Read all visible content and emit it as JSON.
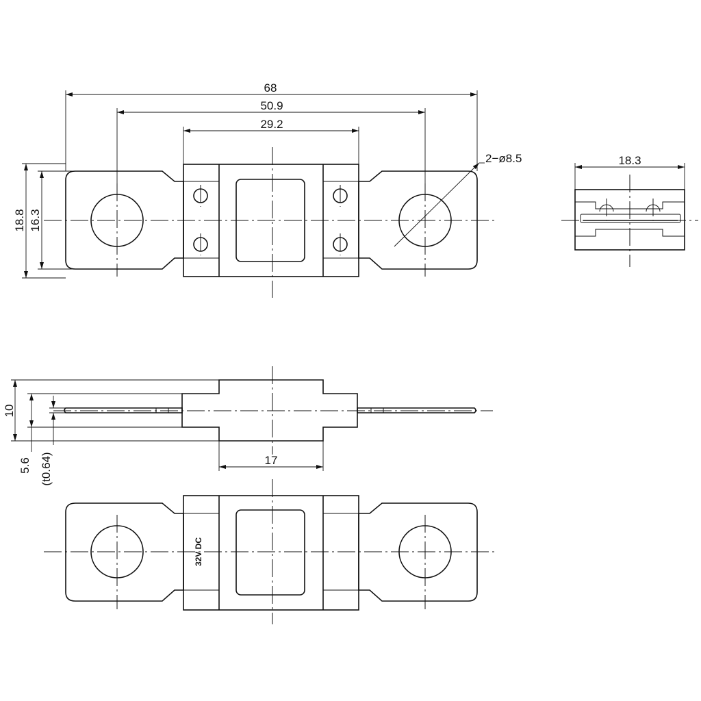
{
  "dimensions": {
    "overall_length": "68",
    "hole_pitch": "50.9",
    "body_length": "29.2",
    "hole_callout": "2−ø8.5",
    "end_width": "18.3",
    "overall_height": "18.8",
    "terminal_height": "16.3",
    "body_thickness": "10",
    "body_center_length": "17",
    "terminal_offset": "5.6",
    "terminal_thickness": "(t0.64)"
  },
  "marking": {
    "rating": "32V DC"
  }
}
